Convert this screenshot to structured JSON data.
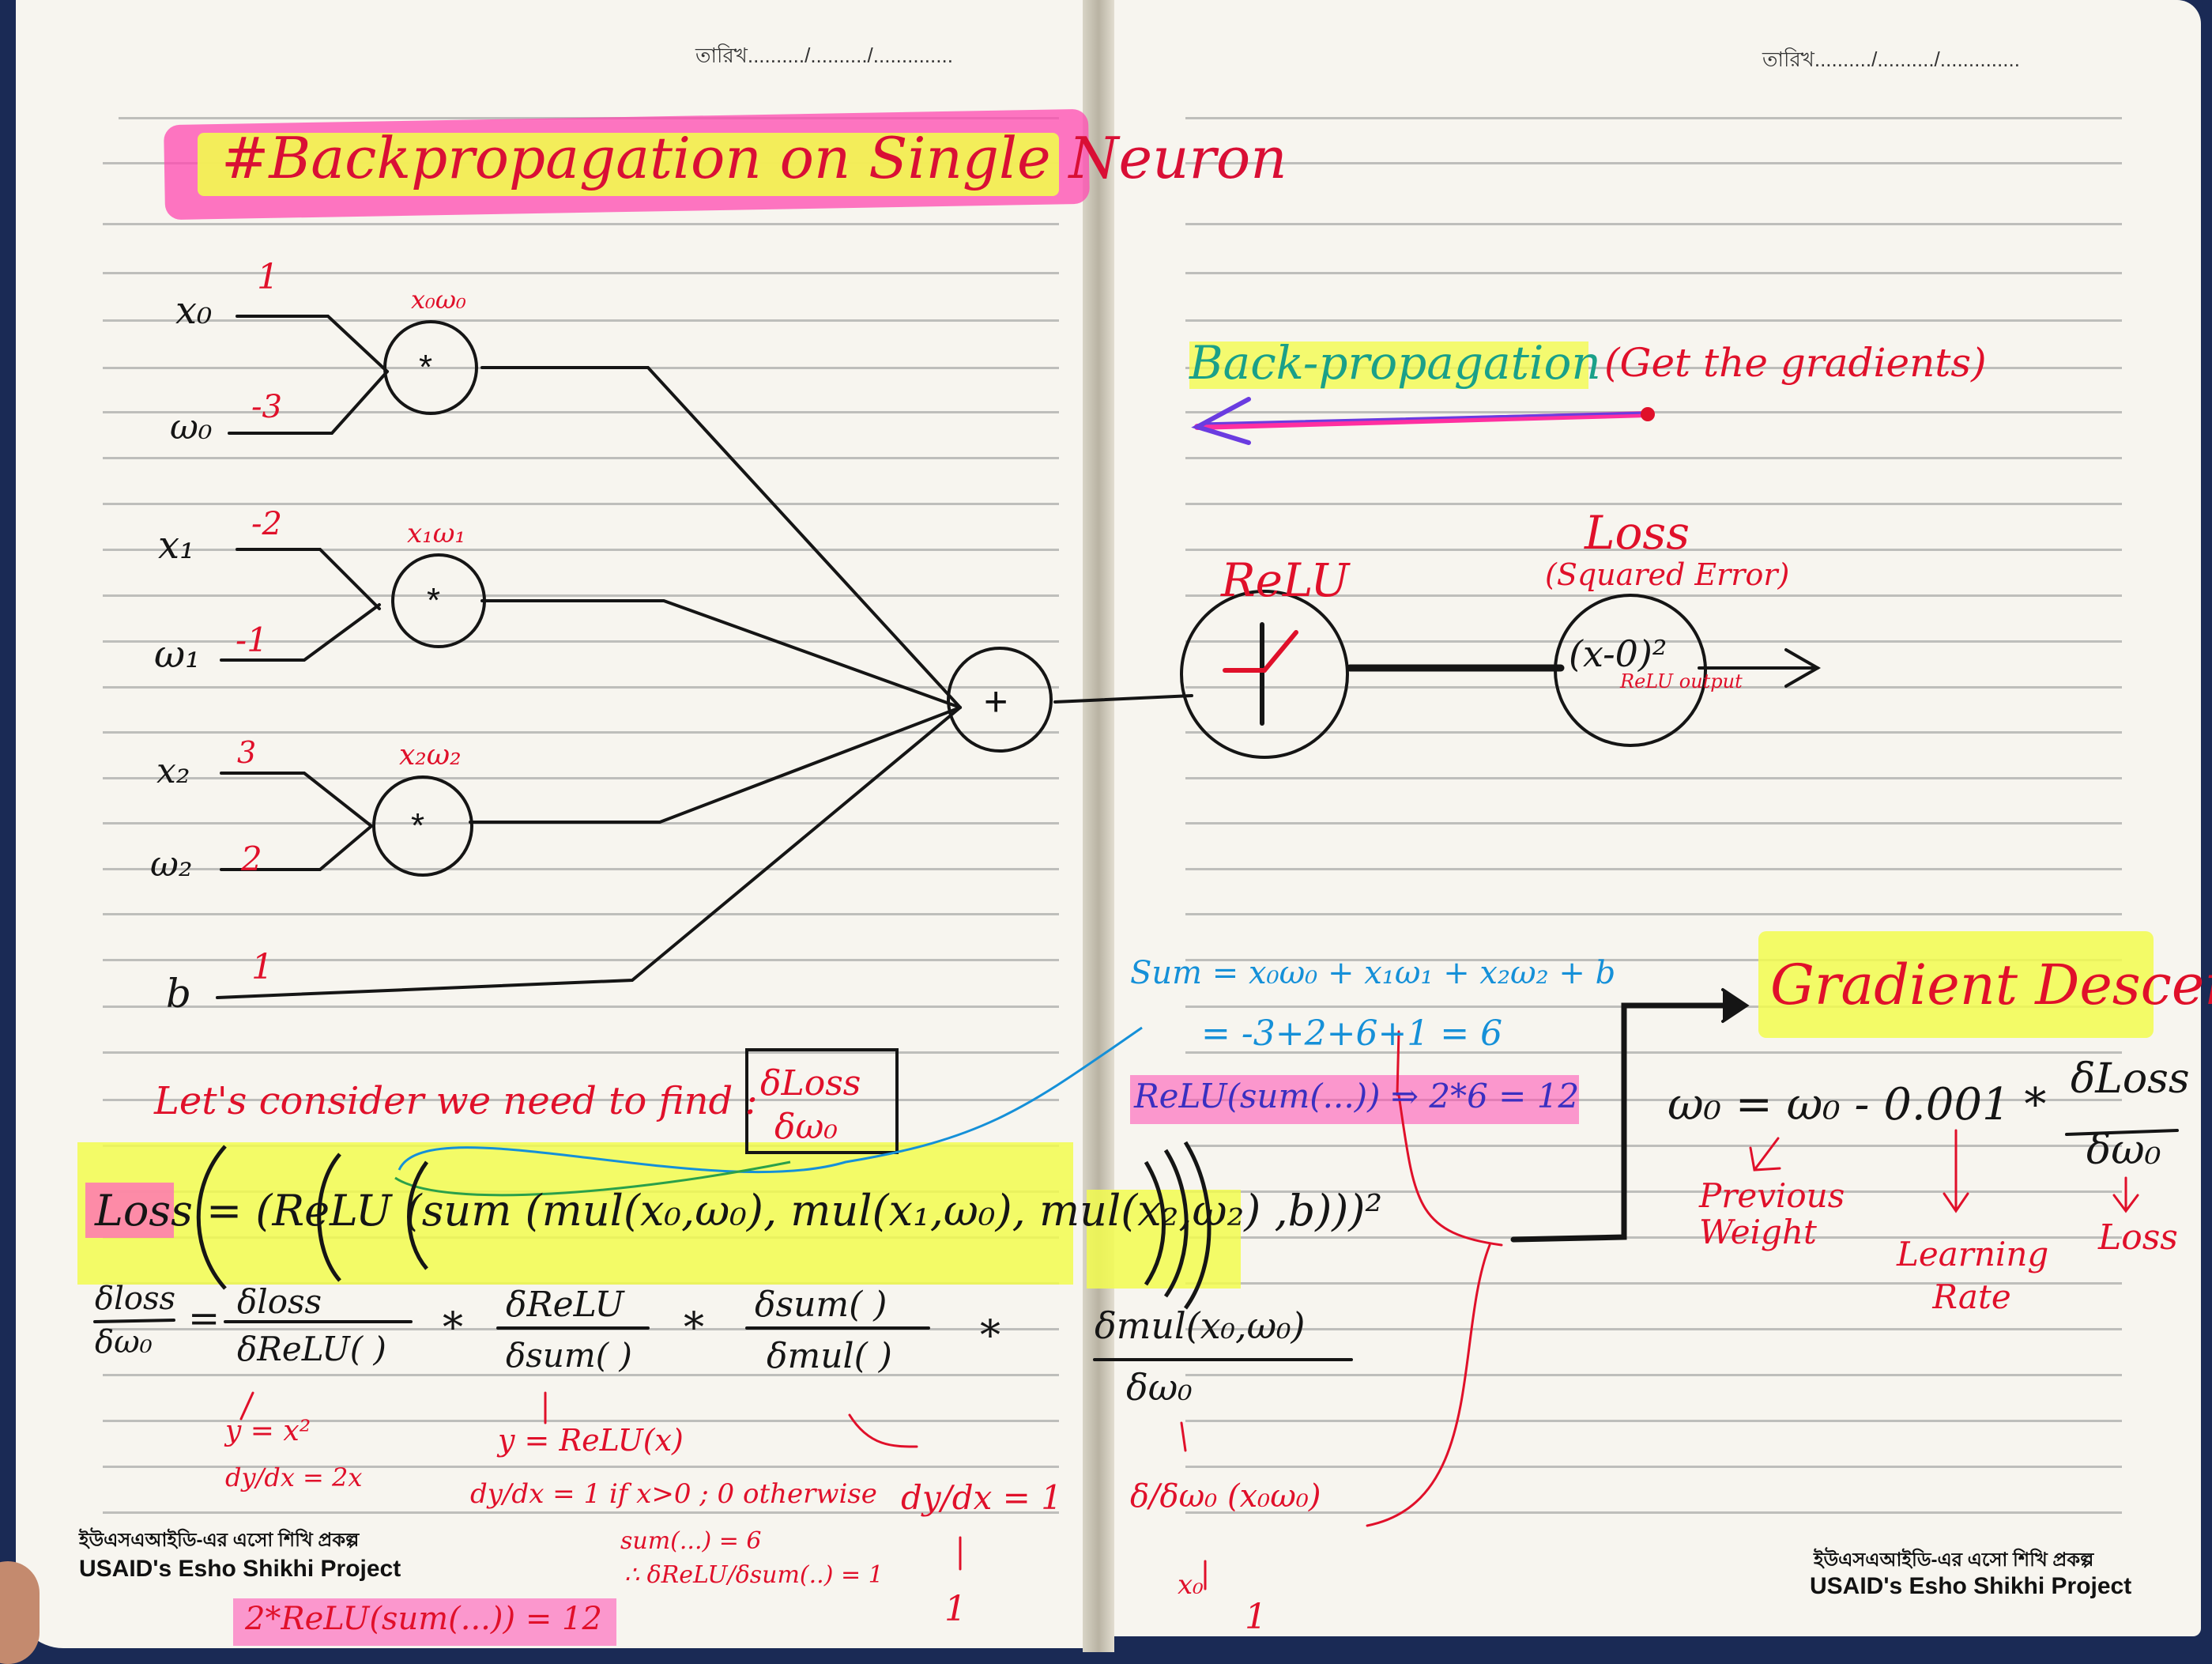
{
  "header": {
    "date_label_left": "তারিখ........../........../..............",
    "date_label_right": "তারিখ........../........../.............."
  },
  "title": "#Backpropagation on Single Neuron",
  "inputs": {
    "x0": {
      "label": "x₀",
      "value": "1"
    },
    "w0": {
      "label": "ω₀",
      "value": "-3"
    },
    "x1": {
      "label": "x₁",
      "value": "-2"
    },
    "w1": {
      "label": "ω₁",
      "value": "-1"
    },
    "x2": {
      "label": "x₂",
      "value": "3"
    },
    "w2": {
      "label": "ω₂",
      "value": "2"
    },
    "b": {
      "label": "b",
      "value": "1"
    }
  },
  "products": {
    "p0": "x₀ω₀",
    "p1": "x₁ω₁",
    "p2": "x₂ω₂"
  },
  "ops": {
    "mul": "*",
    "add": "+"
  },
  "right": {
    "bp_title": "Back-propagation",
    "bp_note": "(Get the gradients)",
    "relu_label": "ReLU",
    "loss_label": "Loss",
    "loss_sub": "(Squared Error)",
    "loss_formula": "(x-0)²",
    "loss_note": "ReLU output",
    "sum_line1": "Sum = x₀ω₀ + x₁ω₁ + x₂ω₂ + b",
    "sum_line2": "= -3+2+6+1 = 6",
    "relu_line": "ReLU(sum(...)) ⇒ 2*6 = 12",
    "gd_title": "Gradient Descent",
    "gd_formula": "ω₀ = ω₀ - 0.001 *",
    "gd_frac_num": "δLoss",
    "gd_frac_den": "δω₀",
    "gd_prev": "Previous Weight",
    "gd_lr": "Learning Rate",
    "gd_loss": "Loss"
  },
  "find": {
    "text": "Let's consider we need to find :",
    "num": "δLoss",
    "den": "δω₀"
  },
  "loss_expr": "Loss = (ReLU (sum (mul(x₀,ω₀), mul(x₁,ω₀), mul(x₂,ω₂) ,b)))²",
  "chain": {
    "lhs_num": "δloss",
    "lhs_den": "δω₀",
    "t1_num": "δloss",
    "t1_den": "δReLU( )",
    "t2_num": "δReLU",
    "t2_den": "δsum( )",
    "t3_num": "δsum( )",
    "t3_den": "δmul( )",
    "t4_num": "δmul(x₀,ω₀)",
    "t4_den": "δω₀",
    "star": "*"
  },
  "notes": {
    "n1a": "y = x²",
    "n1b": "dy/dx = 2x",
    "n1c": "2*ReLU(sum(...)) = 12",
    "n2a": "y = ReLU(x)",
    "n2b": "dy/dx = 1 if x>0 ; 0 otherwise",
    "n2c": "sum(...) = 6",
    "n2d": "∴ δReLU/δsum(..) = 1",
    "n3a": "dy/dx = 1",
    "n3b": "1",
    "n4a": "δ/δω₀ (x₀ω₀)",
    "n4b": "x₀",
    "n4c": "1"
  },
  "footer": {
    "bn_left": "ইউএসএআইডি-এর এসো শিখি প্রকল্প",
    "en_left": "USAID's Esho Shikhi Project",
    "bn_right": "ইউএসএআইডি-এর এসো শিখি প্রকল্প",
    "en_right": "USAID's Esho Shikhi Project"
  },
  "colors": {
    "ink": "#151515",
    "red": "#e0102a",
    "blue": "#1590d8",
    "highlight_yellow": "#f1f94a",
    "highlight_pink": "#ff3fa8"
  }
}
